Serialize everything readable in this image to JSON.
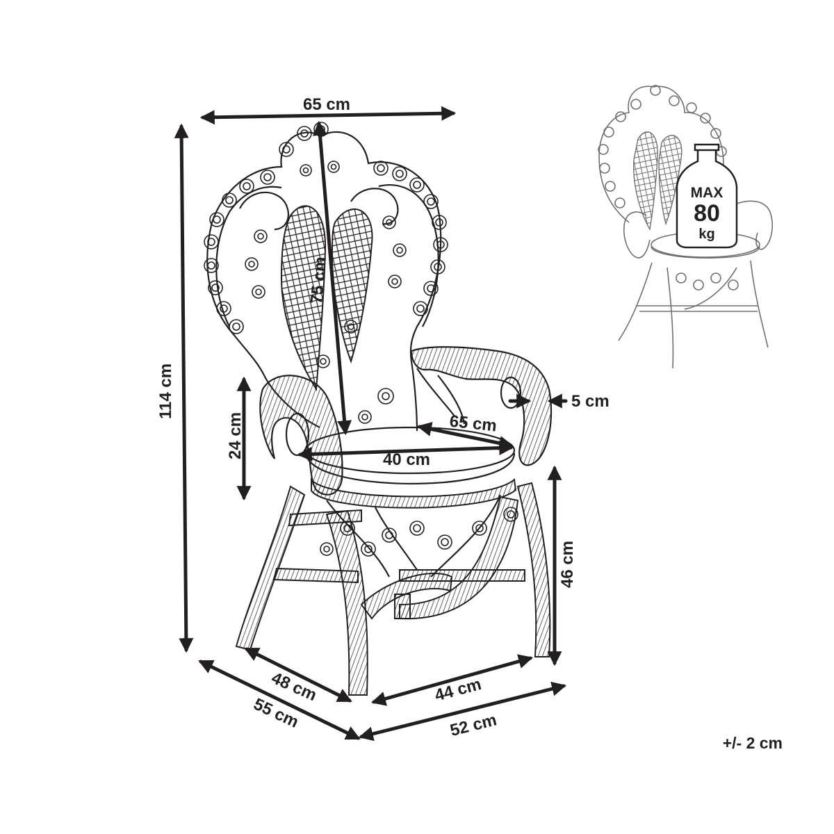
{
  "dimensions": {
    "top_width": "65 cm",
    "total_height": "114 cm",
    "back_height": "75 cm",
    "arm_height": "24 cm",
    "seat_depth": "65 cm",
    "seat_width": "40 cm",
    "arm_thickness": "5 cm",
    "seat_height": "46 cm",
    "base_depth_inner": "48 cm",
    "base_depth_outer": "55 cm",
    "base_width_inner": "44 cm",
    "base_width_outer": "52 cm"
  },
  "badge": {
    "line1": "MAX",
    "line2": "80",
    "line3": "kg"
  },
  "tolerance": "+/- 2 cm",
  "colors": {
    "ink": "#231f20",
    "ghost": "#6d6e71",
    "background": "#ffffff"
  }
}
